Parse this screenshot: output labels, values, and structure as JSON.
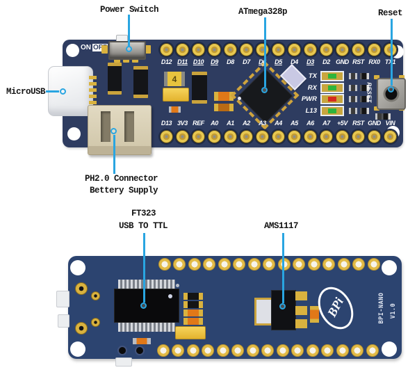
{
  "colors": {
    "annotation_blue": "#29a5e1",
    "board_top": "#2e3c60",
    "board_bottom": "#2c4470",
    "gold": "#d9b23f",
    "led_green": "#2fb43c",
    "led_red": "#d42a1e"
  },
  "annotations": {
    "power_switch": "Power Switch",
    "atmega": "ATmega328p",
    "reset": "Reset",
    "microusb": "MicroUSB",
    "ph2_line1": "PH2.0 Connector",
    "ph2_line2": "Bettery Supply",
    "ft323_line1": "FT323",
    "ft323_line2": "USB TO TTL",
    "ams1117": "AMS1117"
  },
  "top_board": {
    "on_label": "ON",
    "off_label": "OFF",
    "reset_silk": "RESET",
    "diode_marking": "4",
    "pins_top": [
      {
        "label": "D12"
      },
      {
        "label": "D11",
        "pwm": true
      },
      {
        "label": "D10",
        "pwm": true
      },
      {
        "label": "D9",
        "pwm": true
      },
      {
        "label": "D8"
      },
      {
        "label": "D7"
      },
      {
        "label": "D6",
        "pwm": true
      },
      {
        "label": "D5",
        "pwm": true
      },
      {
        "label": "D4"
      },
      {
        "label": "D3",
        "pwm": true
      },
      {
        "label": "D2"
      },
      {
        "label": "GND"
      },
      {
        "label": "RST"
      },
      {
        "label": "RX0"
      },
      {
        "label": "TX1"
      }
    ],
    "pins_bottom": [
      {
        "label": "D13"
      },
      {
        "label": "3V3"
      },
      {
        "label": "REF"
      },
      {
        "label": "A0"
      },
      {
        "label": "A1"
      },
      {
        "label": "A2"
      },
      {
        "label": "A3"
      },
      {
        "label": "A4"
      },
      {
        "label": "A5"
      },
      {
        "label": "A6"
      },
      {
        "label": "A7"
      },
      {
        "label": "+5V"
      },
      {
        "label": "RST"
      },
      {
        "label": "GND"
      },
      {
        "label": "VIN"
      }
    ],
    "leds": [
      {
        "label": "TX",
        "color": "#2fb43c"
      },
      {
        "label": "RX",
        "color": "#2fb43c"
      },
      {
        "label": "PWR",
        "color": "#d42a1e"
      },
      {
        "label": "L13",
        "color": "#2fb43c"
      }
    ]
  },
  "bottom_board": {
    "pin_count_top": 15,
    "pin_count_bottom": 15,
    "logo": "BPi",
    "model": "BPI-NANO",
    "version": "V1.0",
    "resistor_bands": [
      "#141414",
      "#141414",
      "#e07818",
      "#e07818"
    ]
  }
}
